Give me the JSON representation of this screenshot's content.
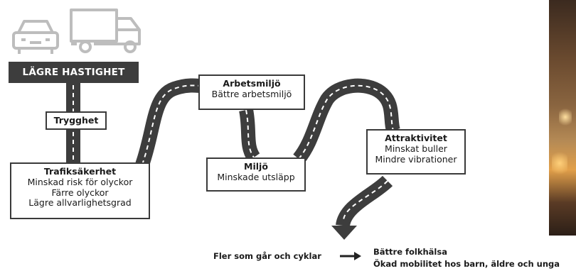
{
  "banner": "LÄGRE HASTIGHET",
  "trygghet": "Trygghet",
  "trafiksakerhet": {
    "title": "Trafiksäkerhet",
    "lines": [
      "Minskad risk för olyckor",
      "Färre olyckor",
      "Lägre allvarlighetsgrad"
    ]
  },
  "arbetsmiljo": {
    "title": "Arbetsmiljö",
    "line": "Bättre arbetsmiljö"
  },
  "miljo": {
    "title": "Miljö",
    "line": "Minskade utsläpp"
  },
  "attraktivitet": {
    "title": "Attraktivitet",
    "lines": [
      "Minskat buller",
      "Mindre vibrationer"
    ]
  },
  "bottom": {
    "left": "Fler som går och cyklar",
    "right1": "Bättre folkhälsa",
    "right2": "Ökad mobilitet hos barn, äldre och unga"
  },
  "colors": {
    "road": "#3d3d3d",
    "lane": "#ffffff",
    "icon": "#bdbdbd",
    "banner": "#3d3d3d"
  },
  "icons": [
    "car-icon",
    "truck-icon"
  ]
}
